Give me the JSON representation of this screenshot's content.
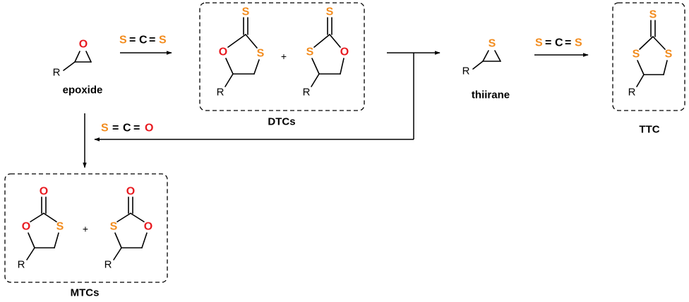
{
  "colors": {
    "sulfur": "#F28C1E",
    "oxygen": "#E8191F",
    "carbon": "#000000"
  },
  "atoms": {
    "O": "O",
    "S": "S",
    "R": "R"
  },
  "labels": {
    "epoxide": "epoxide",
    "dtcs": "DTCs",
    "thiirane": "thiirane",
    "ttc": "TTC",
    "mtcs": "MTCs",
    "plus": "+"
  },
  "reagents": {
    "cs2": {
      "left": "S",
      "middle": "C",
      "right": "S",
      "bond": "="
    },
    "cos": {
      "left": "S",
      "middle": "C",
      "right": "O",
      "bond": "="
    }
  }
}
